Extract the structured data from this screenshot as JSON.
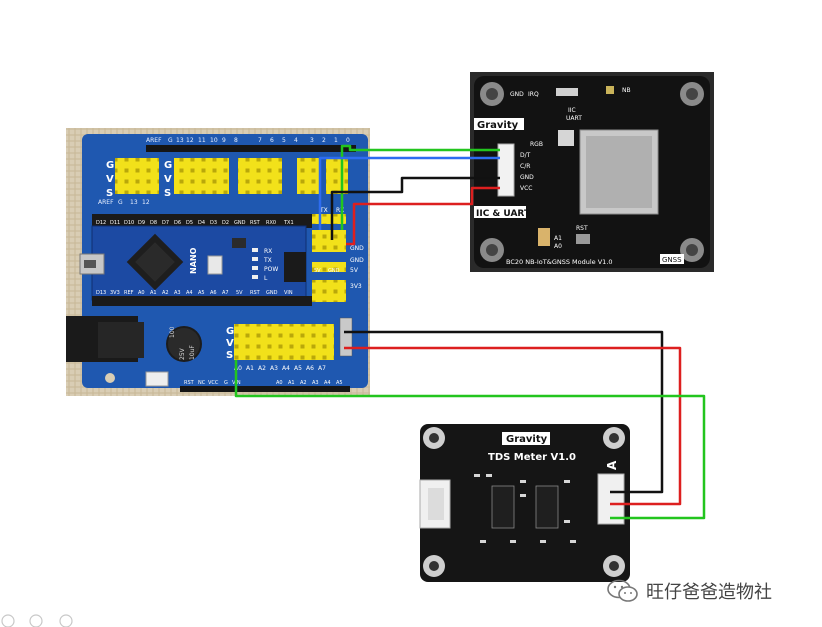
{
  "shield": {
    "top_pins": [
      "AREF",
      "G",
      "13",
      "12",
      "11",
      "10",
      "9",
      "8",
      "7",
      "6",
      "5",
      "4",
      "3",
      "2",
      "1",
      "0"
    ],
    "left_rows": [
      "G",
      "V",
      "S"
    ],
    "aref_row": [
      "AREF",
      "G",
      "13",
      "12"
    ],
    "mid_rows": [
      "G",
      "V",
      "S"
    ],
    "nano_pins_top": [
      "D12",
      "D11",
      "D10",
      "D9",
      "D8",
      "D7",
      "D6",
      "D5",
      "D4",
      "D3",
      "D2",
      "GND",
      "RST",
      "RX0",
      "TX1"
    ],
    "nano_pins_bottom": [
      "D13",
      "3V3",
      "REF",
      "A0",
      "A1",
      "A2",
      "A3",
      "A4",
      "A5",
      "A6",
      "A7",
      "5V",
      "RST",
      "GND",
      "VIN"
    ],
    "nano_label": "NANO",
    "leds": [
      "RX",
      "TX",
      "POW",
      "L"
    ],
    "uart_header": [
      "TX",
      "RX"
    ],
    "power_header": [
      "5V",
      "GND",
      "5V",
      "GND"
    ],
    "side_labels": [
      "GND",
      "5V",
      "GND",
      "3V3"
    ],
    "capacitor": [
      "100",
      "25V",
      "10uF"
    ],
    "analog_rows": [
      "G",
      "V",
      "S"
    ],
    "analog_pins": [
      "A0",
      "A1",
      "A2",
      "A3",
      "A4",
      "A5",
      "A6",
      "A7"
    ],
    "bottom_pins": [
      "RST",
      "NC",
      "VCC",
      "G",
      "VIN",
      "A0",
      "A1",
      "A2",
      "A3",
      "A4",
      "A5"
    ],
    "bottom_left": [
      "A0",
      "A1",
      "A2",
      "A3"
    ]
  },
  "bc20": {
    "brand": "Gravity",
    "pins": [
      "D/T",
      "C/R",
      "GND",
      "VCC"
    ],
    "top_labels": [
      "GND",
      "IRQ",
      "IIC",
      "UART",
      "RGB",
      "NB"
    ],
    "switch_label": "IIC & UART",
    "side_labels": [
      "A1",
      "A0",
      "RST"
    ],
    "module_name": "BC20 NB-IoT&GNSS Module V1.0",
    "gnss": "GNSS"
  },
  "tds": {
    "brand": "Gravity",
    "title": "TDS Meter V1.0",
    "pin_label": "A"
  },
  "wires": {
    "blue": "#2d6cf0",
    "green": "#22c51e",
    "black": "#111111",
    "red": "#dd1f1f"
  },
  "watermark": {
    "text": "旺仔爸爸造物社"
  }
}
